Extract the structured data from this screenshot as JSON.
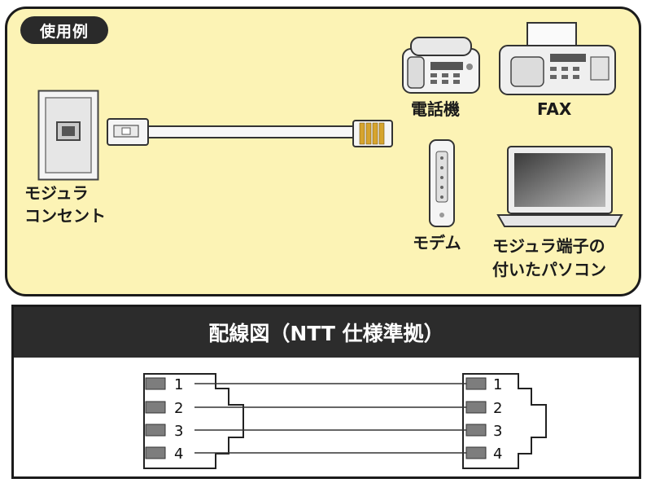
{
  "usage": {
    "badge": "使用例",
    "modular_outlet_label": [
      "モジュラ",
      "コンセント"
    ],
    "phone_label": "電話機",
    "fax_label": "FAX",
    "modem_label": "モデム",
    "pc_label": [
      "モジュラ端子の",
      "付いたパソコン"
    ]
  },
  "wiring": {
    "title": "配線図（NTT 仕様準拠）",
    "pins": [
      "1",
      "2",
      "3",
      "4"
    ]
  }
}
